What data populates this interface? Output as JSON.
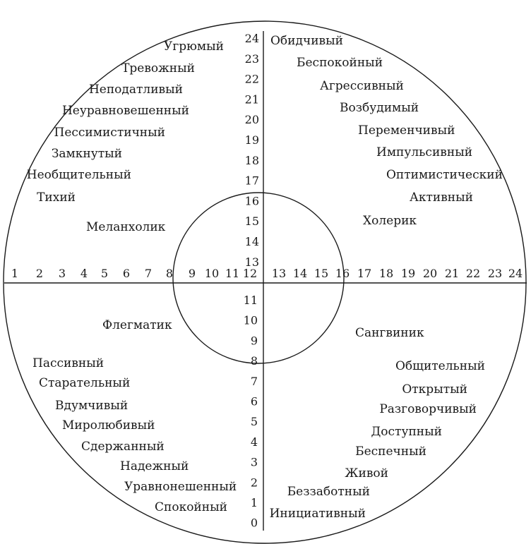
{
  "temperaments": {
    "melancholic": "Меланхолик",
    "choleric": "Холерик",
    "phlegmatic": "Флегматик",
    "sanguine": "Сангвиник"
  },
  "traits": {
    "top_left": [
      "Угрюмый",
      "Тревожный",
      "Неподатливый",
      "Неуравновешенный",
      "Пессимистичный",
      "Замкнутый",
      "Необщительный",
      "Тихий"
    ],
    "top_right": [
      "Обидчивый",
      "Беспокойный",
      "Агрессивный",
      "Возбудимый",
      "Переменчивый",
      "Импульсивный",
      "Оптимистический",
      "Активный"
    ],
    "bottom_left": [
      "Пассивный",
      "Старательный",
      "Вдумчивый",
      "Миролюбивый",
      "Сдержанный",
      "Надежный",
      "Уравнонешенный",
      "Спокойный"
    ],
    "bottom_right": [
      "Общительный",
      "Открытый",
      "Разговорчивый",
      "Доступный",
      "Беспечный",
      "Живой",
      "Беззаботный",
      "Инициативный"
    ]
  },
  "scales": {
    "vertical_top": [
      "24",
      "23",
      "22",
      "21",
      "20",
      "19",
      "18",
      "17",
      "16",
      "15",
      "14",
      "13"
    ],
    "vertical_bottom": [
      "11",
      "10",
      "9",
      "8",
      "7",
      "6",
      "5",
      "4",
      "3",
      "2",
      "1",
      "0"
    ],
    "horizontal": [
      "1",
      "2",
      "3",
      "4",
      "5",
      "6",
      "7",
      "8",
      "9",
      "10",
      "11",
      "12",
      "13",
      "14",
      "15",
      "16",
      "17",
      "18",
      "19",
      "20",
      "21",
      "22",
      "23",
      "24"
    ]
  }
}
